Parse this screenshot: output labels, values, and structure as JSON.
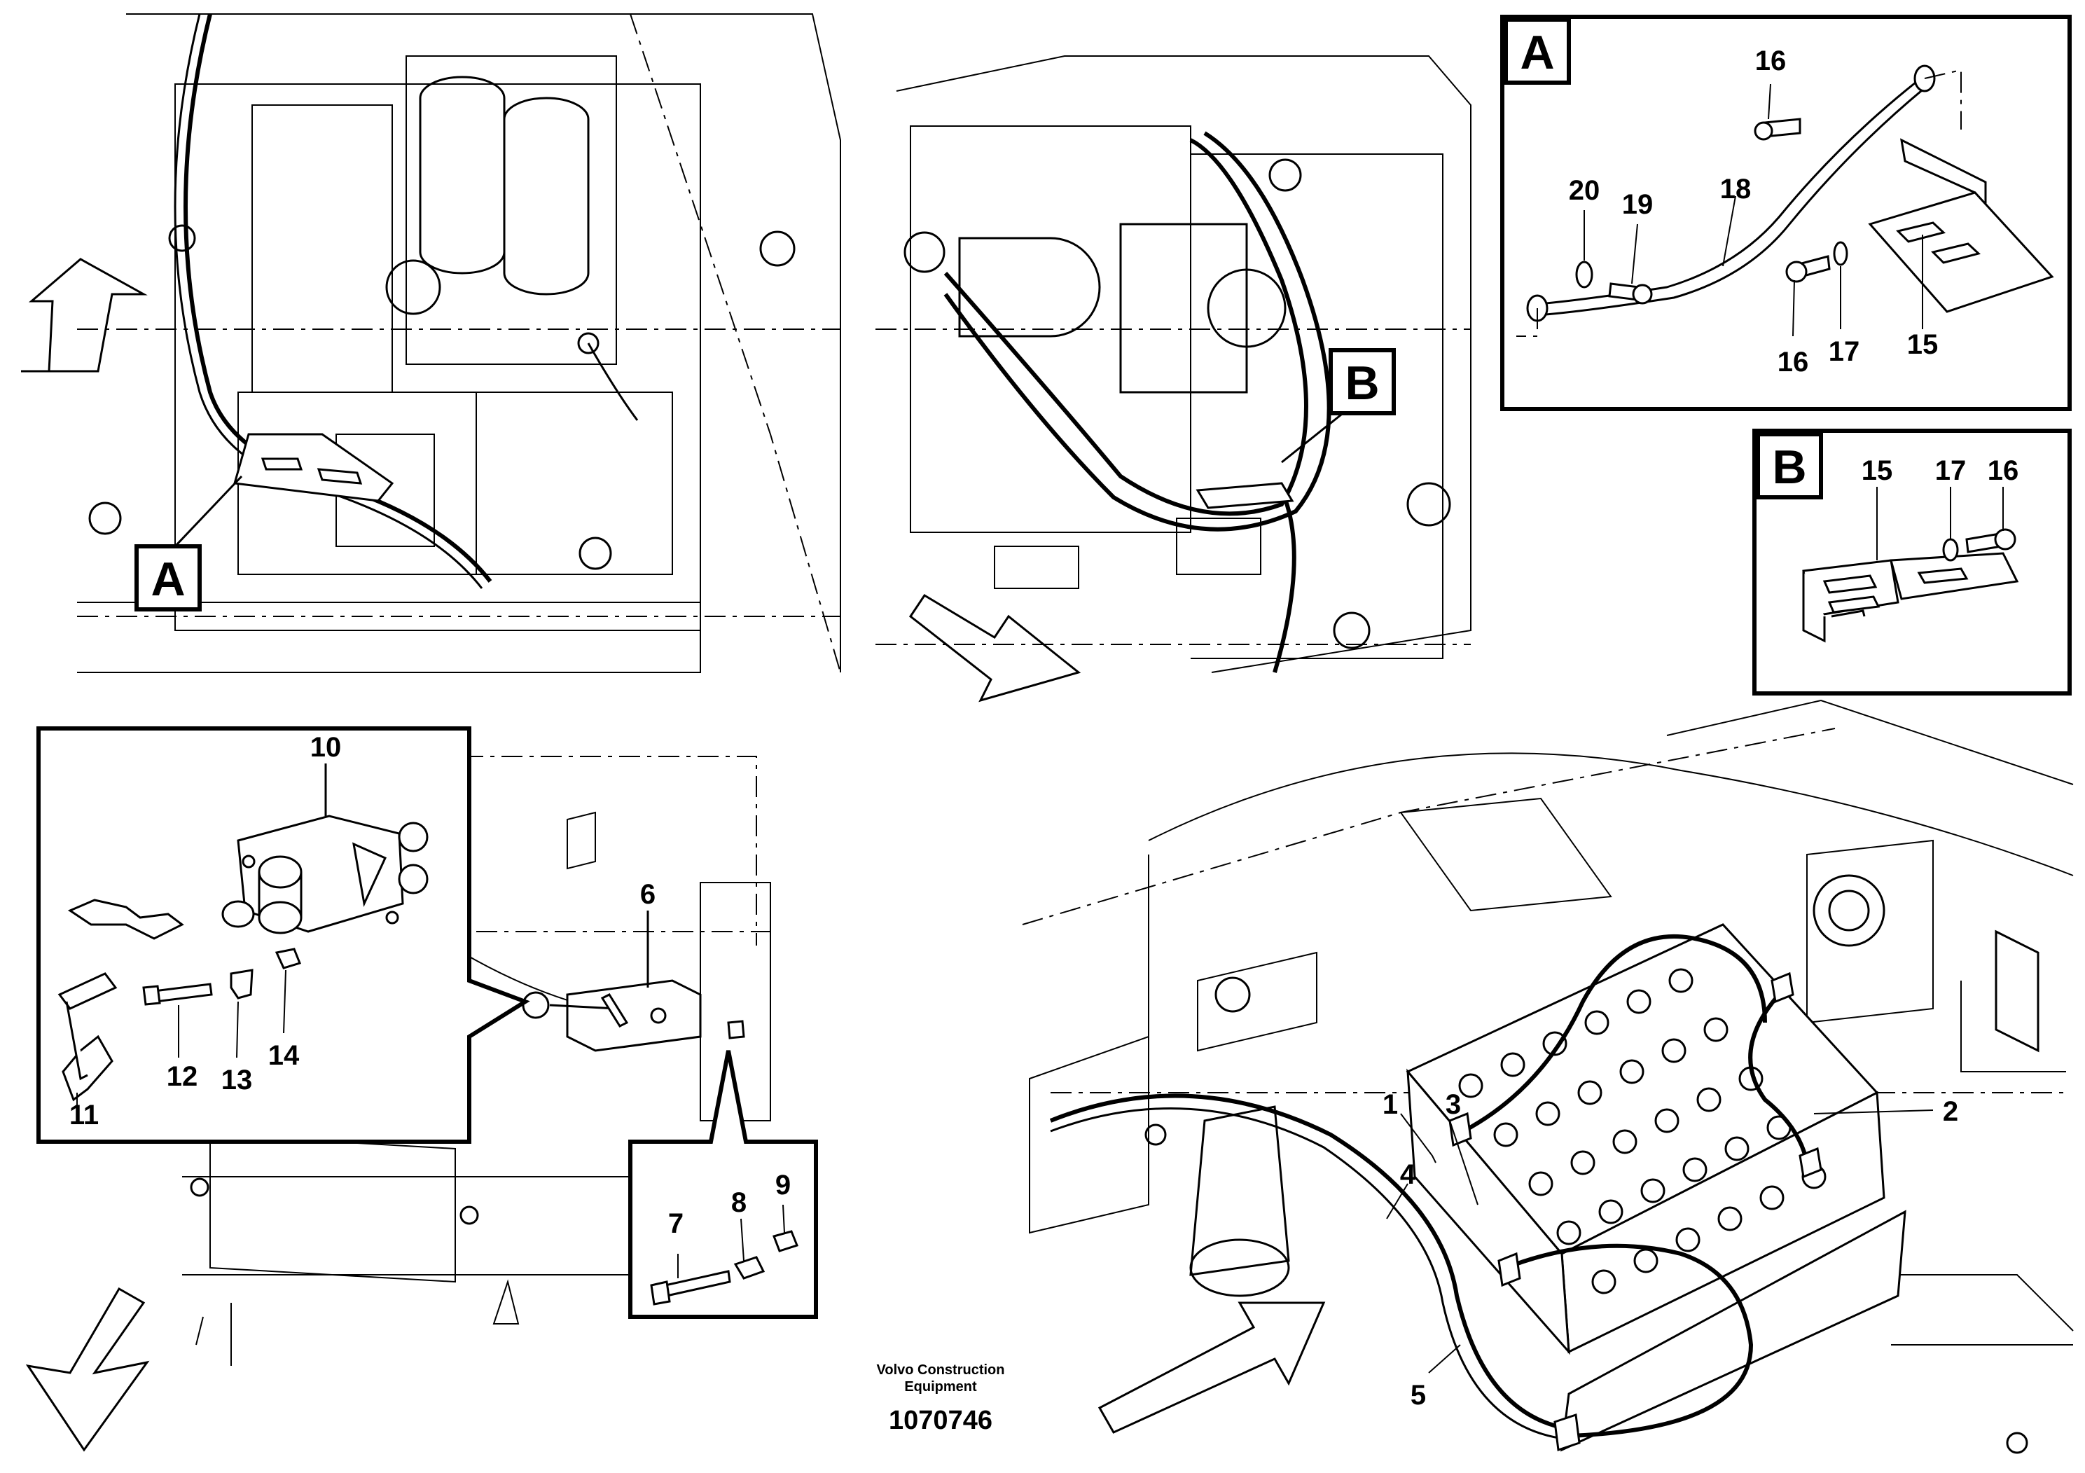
{
  "callouts": {
    "n1": "1",
    "n2": "2",
    "n3": "3",
    "n4": "4",
    "n5": "5",
    "n6": "6",
    "n7": "7",
    "n8": "8",
    "n9": "9",
    "n10": "10",
    "n11": "11",
    "n12": "12",
    "n13": "13",
    "n14": "14",
    "detail_a": {
      "n15": "15",
      "n16a": "16",
      "n16b": "16",
      "n17": "17",
      "n18": "18",
      "n19": "19",
      "n20": "20"
    },
    "detail_b": {
      "n15": "15",
      "n16": "16",
      "n17": "17"
    }
  },
  "view_markers": {
    "a_main": "A",
    "b_main": "B",
    "a_detail": "A",
    "b_detail": "B"
  },
  "footer": {
    "company_line1": "Volvo Construction",
    "company_line2": "Equipment",
    "drawing_number": "1070746"
  }
}
